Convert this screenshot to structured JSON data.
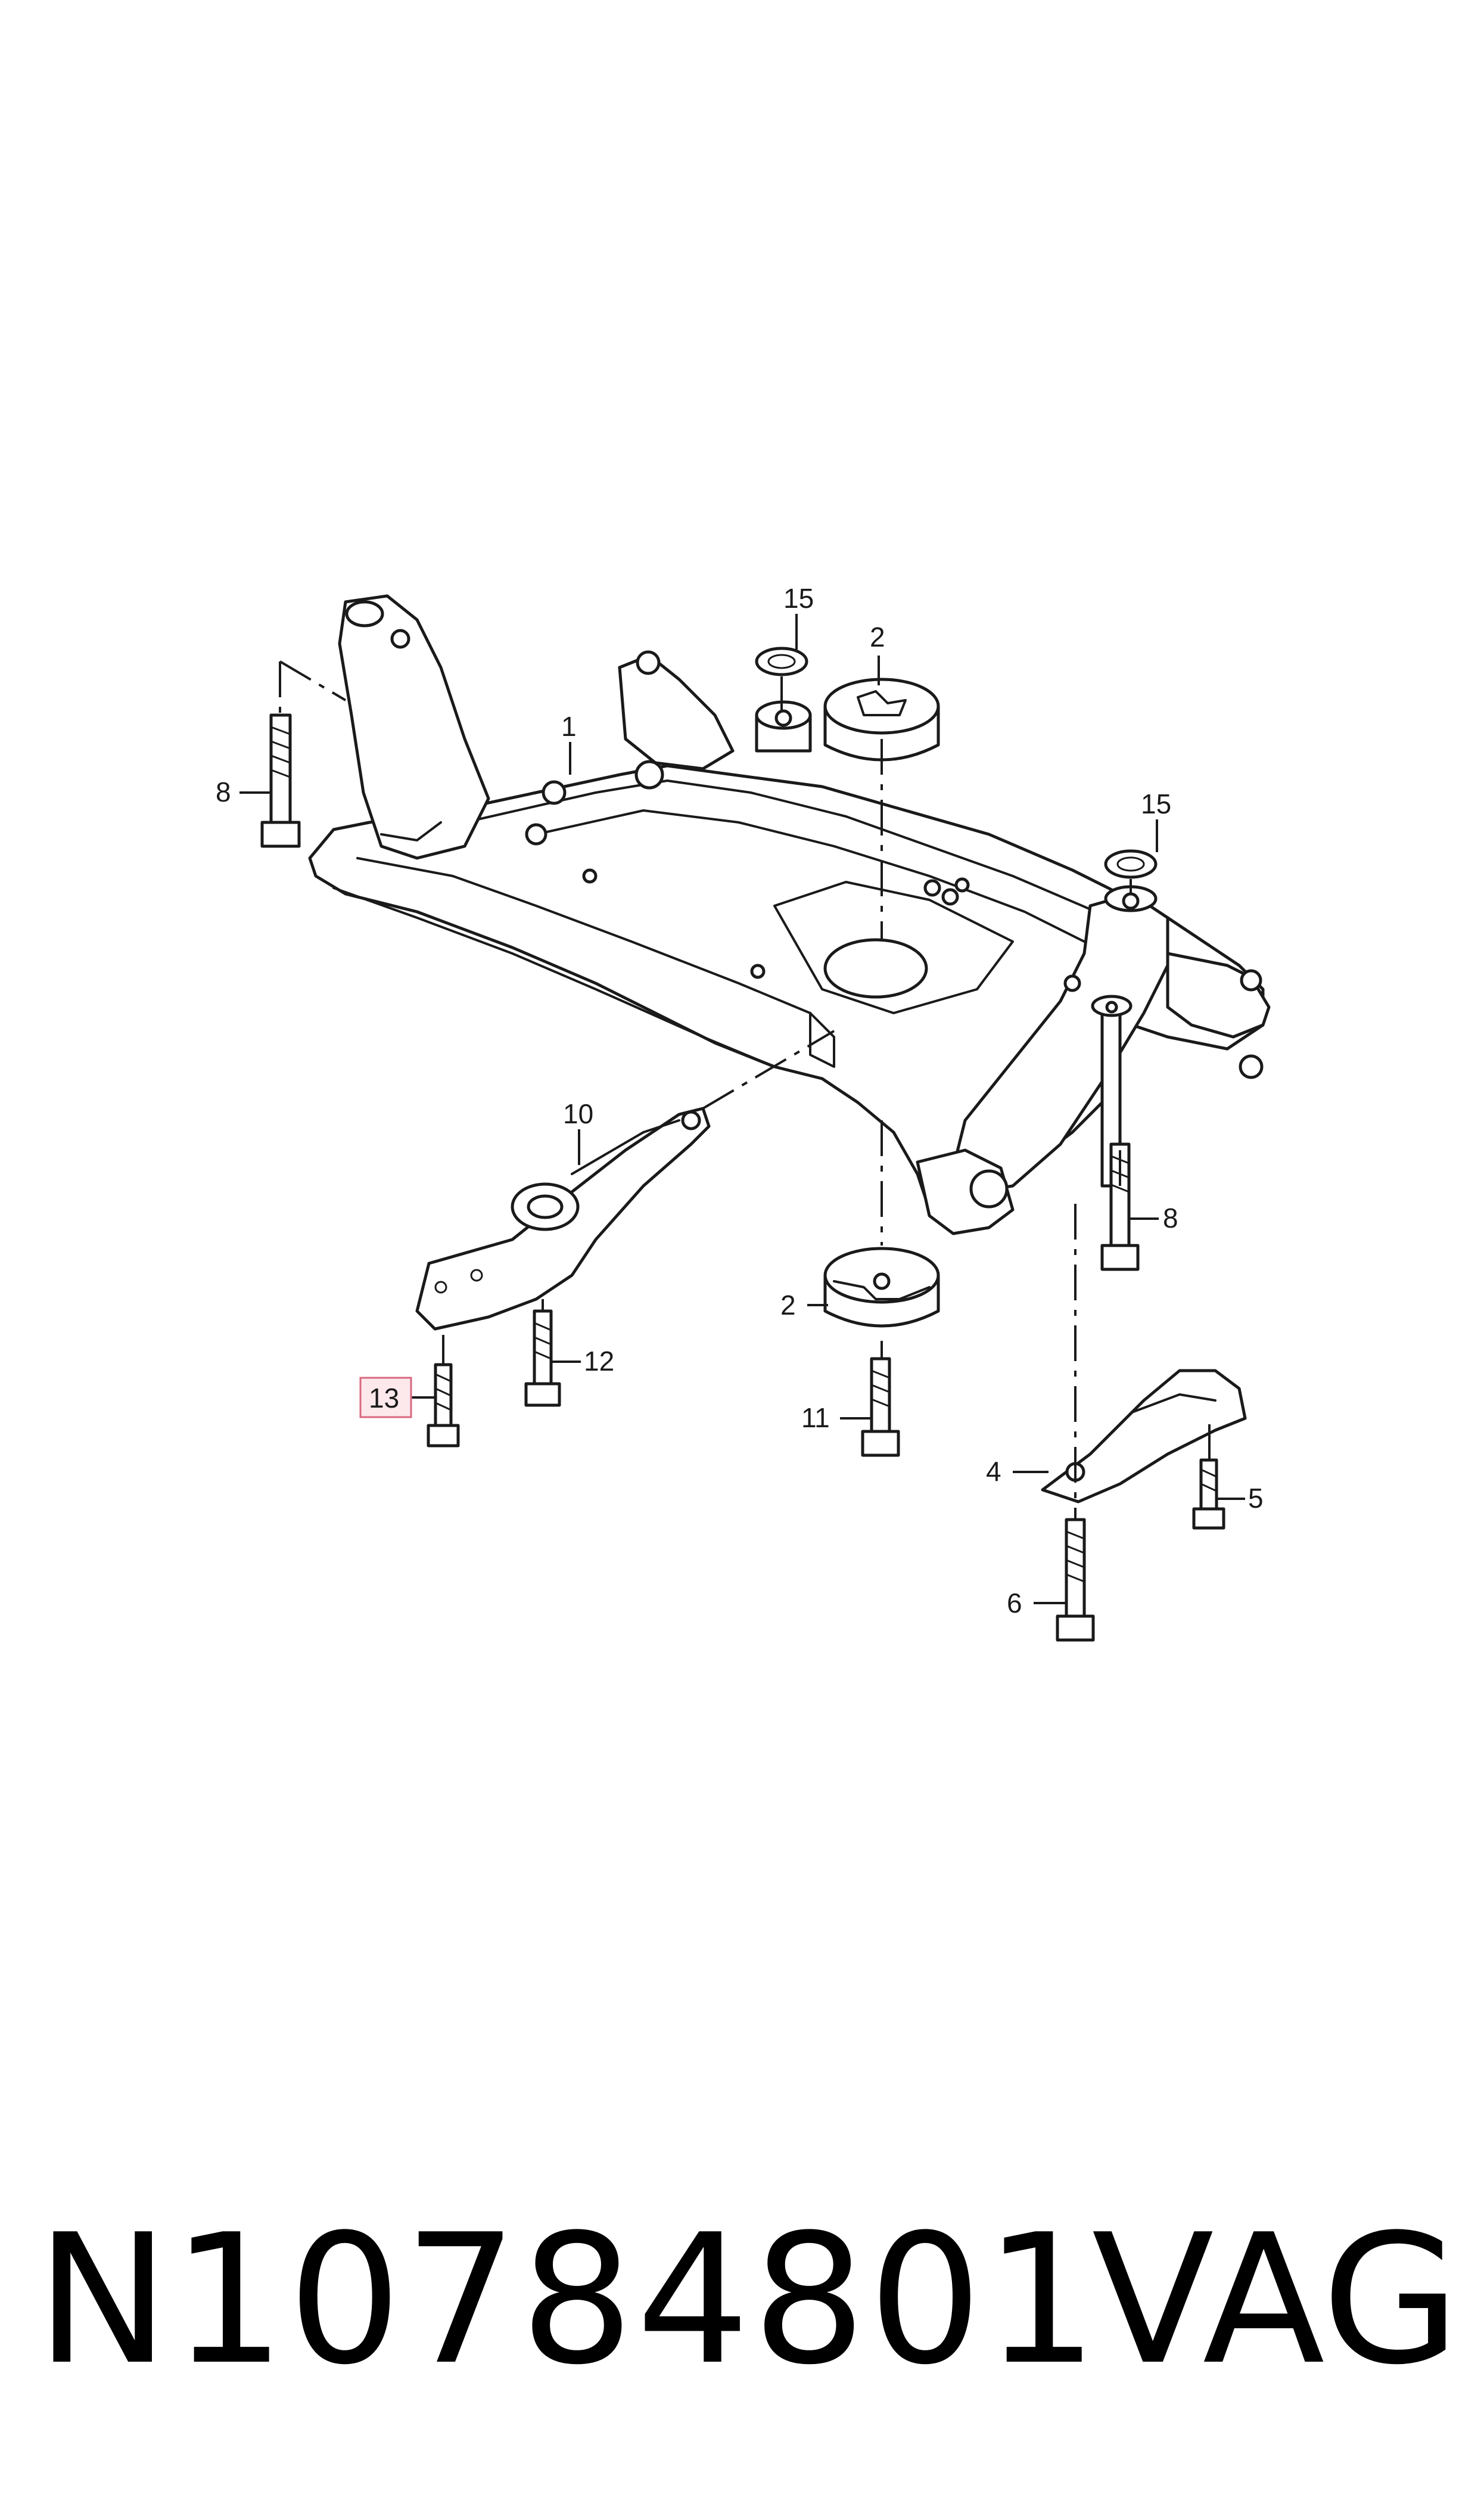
{
  "diagram": {
    "callouts": {
      "c15a": "15",
      "c2a": "2",
      "c1": "1",
      "c8a": "8",
      "c15b": "15",
      "c10": "10",
      "c8b": "8",
      "c2b": "2",
      "c12": "12",
      "c13": "13",
      "c11": "11",
      "c4": "4",
      "c5": "5",
      "c6": "6"
    },
    "highlighted_callout": "13"
  },
  "footer": {
    "part_number": "N10784801",
    "brand": "VAG"
  }
}
